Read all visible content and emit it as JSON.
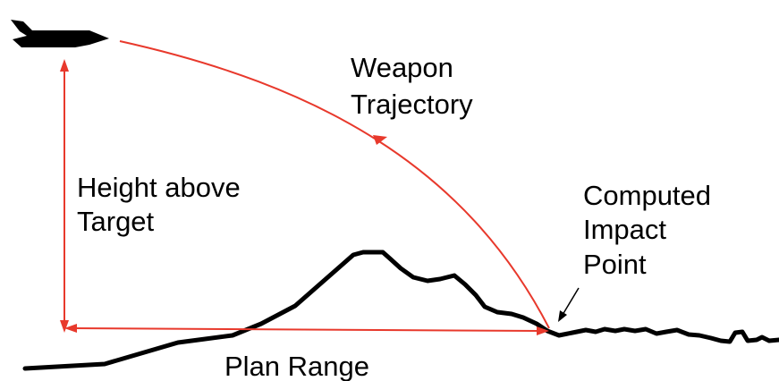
{
  "colors": {
    "annotation": "#e8392c",
    "terrain": "#000000",
    "aircraft": "#000000",
    "background": "#ffffff"
  },
  "icons": {
    "aircraft": "aircraft-icon"
  },
  "labels": {
    "trajectory_line1": "Weapon",
    "trajectory_line2": "Trajectory",
    "height_line1": "Height above",
    "height_line2": "Target",
    "impact_line1": "Computed",
    "impact_line2": "Impact",
    "impact_line3": "Point",
    "plan_range": "Plan Range"
  }
}
